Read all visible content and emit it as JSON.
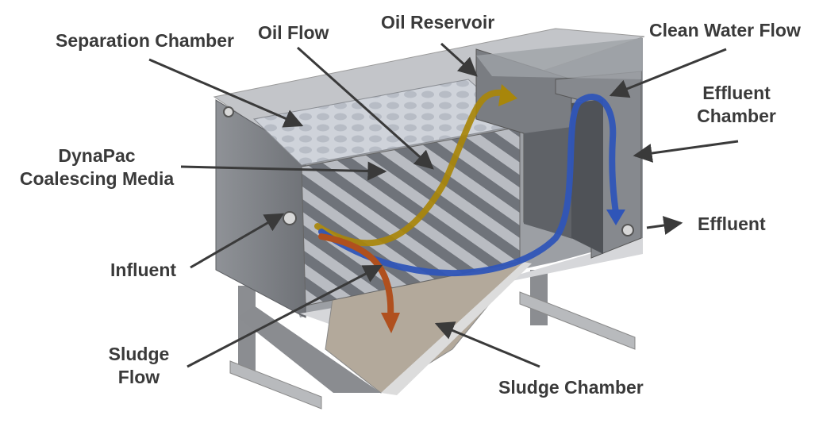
{
  "labels": {
    "separation_chamber": "Separation Chamber",
    "oil_flow": "Oil Flow",
    "oil_reservoir": "Oil Reservoir",
    "clean_water_flow": "Clean Water Flow",
    "effluent_chamber_1": "Effluent",
    "effluent_chamber_2": "Chamber",
    "dynapac_1": "DynaPac",
    "dynapac_2": "Coalescing Media",
    "effluent": "Effluent",
    "influent": "Influent",
    "sludge_flow_1": "Sludge",
    "sludge_flow_2": "Flow",
    "sludge_chamber": "Sludge Chamber"
  },
  "colors": {
    "oil_flow": "#a8860a",
    "sludge_flow": "#b0501e",
    "clean_water_flow": "#2f55b8",
    "label_text": "#3a3a3a",
    "leader_line": "#3a3a3a"
  }
}
